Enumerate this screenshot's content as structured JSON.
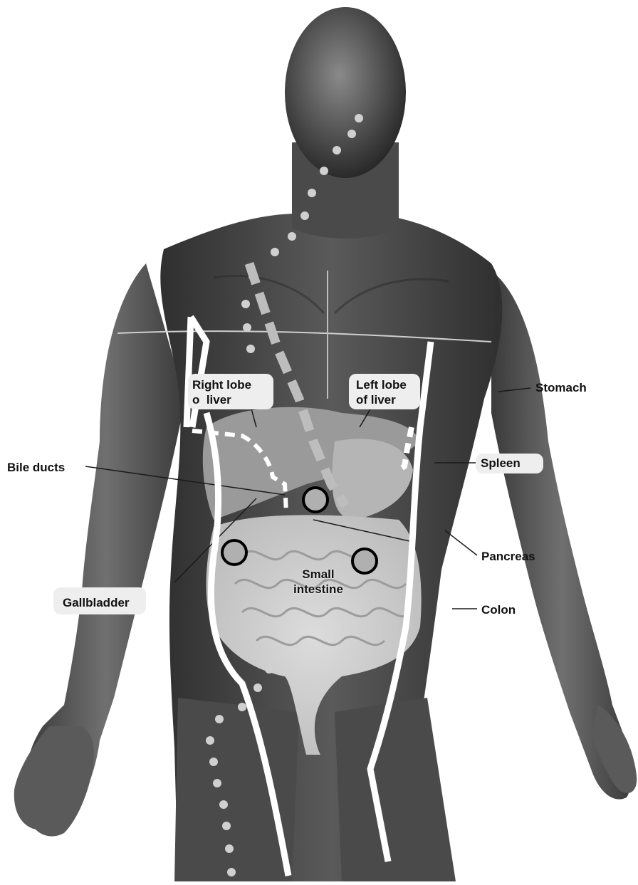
{
  "labels": {
    "right_lobe": "Right lobe\no  liver",
    "left_lobe": "Left lobe\nof liver",
    "stomach": "Stomach",
    "spleen": "Spleen",
    "bile_ducts": "Bile ducts",
    "pancreas": "Pancreas",
    "colon": "Colon",
    "gallbladder": "Gallbladder",
    "small_intestine": "Small\nintestine"
  },
  "colors": {
    "background": "#ffffff",
    "body_dark": "#3a3a3a",
    "body_mid": "#6a6a6a",
    "organ_light": "#d4d4d4",
    "organ_mid": "#a8a8a8",
    "marker_fill": "#b0b0b0",
    "marker_stroke": "#000000",
    "line_white": "#ffffff",
    "dots_light": "#d8d8d8"
  },
  "markers": {
    "count": 3,
    "shape": "circle"
  },
  "icons": [
    "anatomical-figure",
    "circle-marker"
  ]
}
